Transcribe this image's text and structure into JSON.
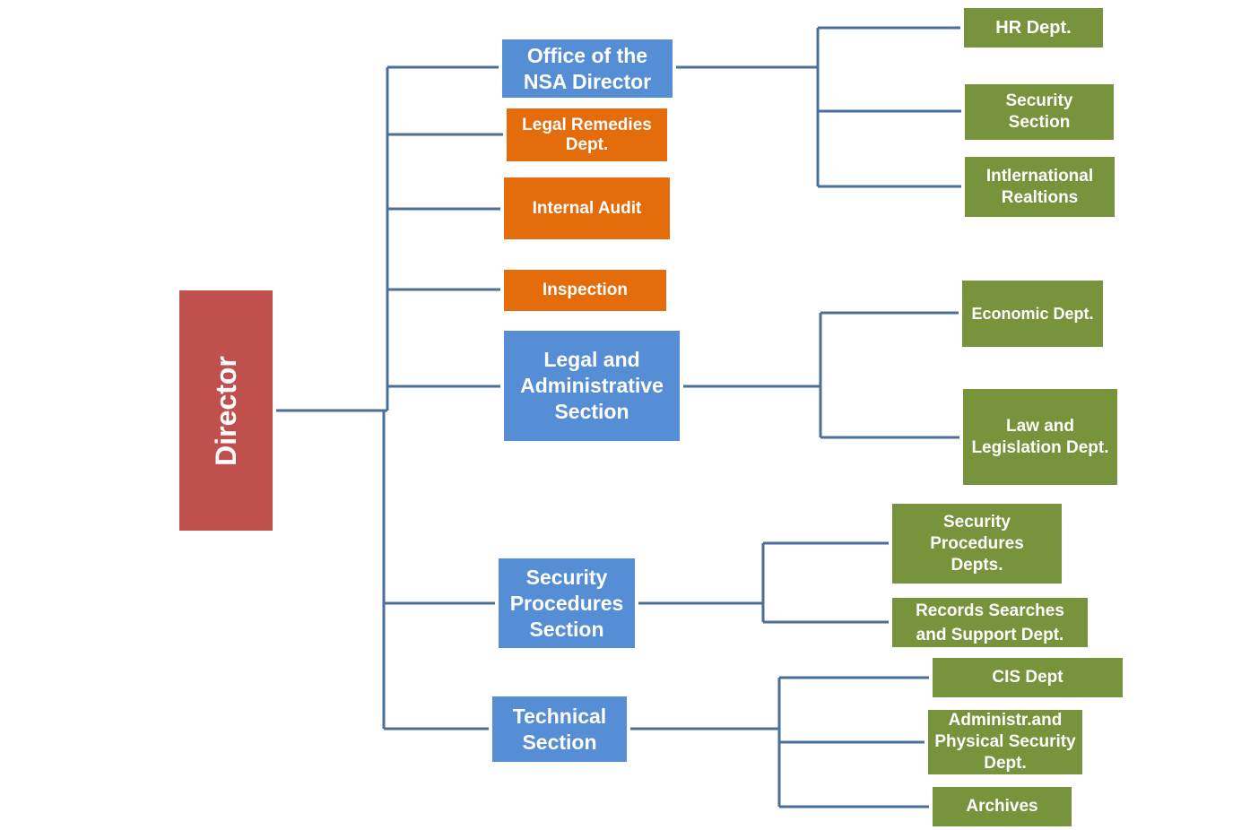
{
  "colors": {
    "director": "#c0504d",
    "section": "#558ed5",
    "unit": "#e46c0a",
    "department": "#77933c",
    "connector": "#4a6f99"
  },
  "root": {
    "label": "Director"
  },
  "sections": {
    "office": "Office of the\nNSA Director",
    "legal_remedies": "Legal Remedies\nDept.",
    "internal_audit": "Internal Audit",
    "inspection": "Inspection",
    "legal_admin": "Legal and\nAdministrative\nSection",
    "security_procedures": "Security\nProcedures\nSection",
    "technical": "Technical\nSection"
  },
  "departments": {
    "hr": "HR Dept.",
    "security_section": "Security\nSection",
    "international": "Intlernational\nRealtions",
    "economic": "Economic Dept.",
    "law_legislation": "Law and\nLegislation Dept.",
    "security_procedures_depts": "Security\nProcedures\nDepts.",
    "records": "Records Searches\nand Support  Dept.",
    "cis": "CIS Dept",
    "admin_physical": "Administr.and\nPhysical Security\nDept.",
    "archives": "Archives"
  }
}
